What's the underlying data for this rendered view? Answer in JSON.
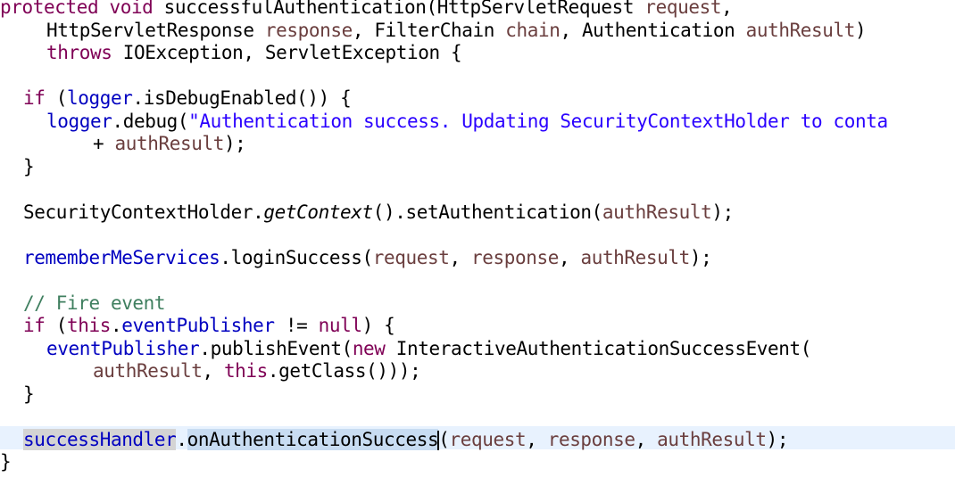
{
  "editor": {
    "lines": [
      {
        "name": "code-line-1",
        "indent": 0,
        "tokens": [
          {
            "t": "protected",
            "c": "kw"
          },
          {
            "t": " "
          },
          {
            "t": "void",
            "c": "kw"
          },
          {
            "t": " successfulAuthentication(HttpServletRequest "
          },
          {
            "t": "request",
            "c": "par"
          },
          {
            "t": ","
          }
        ]
      },
      {
        "name": "code-line-2",
        "indent": 4,
        "tokens": [
          {
            "t": "HttpServletResponse "
          },
          {
            "t": "response",
            "c": "par"
          },
          {
            "t": ", FilterChain "
          },
          {
            "t": "chain",
            "c": "par"
          },
          {
            "t": ", Authentication "
          },
          {
            "t": "authResult",
            "c": "par"
          },
          {
            "t": ")"
          }
        ]
      },
      {
        "name": "code-line-3",
        "indent": 4,
        "tokens": [
          {
            "t": "throws",
            "c": "kw"
          },
          {
            "t": " IOException, ServletException {"
          }
        ]
      },
      {
        "name": "code-line-4",
        "indent": 0,
        "tokens": []
      },
      {
        "name": "code-line-5",
        "indent": 2,
        "tokens": [
          {
            "t": "if",
            "c": "kw"
          },
          {
            "t": " ("
          },
          {
            "t": "logger",
            "c": "fld"
          },
          {
            "t": ".isDebugEnabled()) {"
          }
        ]
      },
      {
        "name": "code-line-6",
        "indent": 4,
        "tokens": [
          {
            "t": "logger",
            "c": "fld"
          },
          {
            "t": ".debug("
          },
          {
            "t": "\"Authentication success. Updating SecurityContextHolder to conta",
            "c": "str"
          }
        ]
      },
      {
        "name": "code-line-7",
        "indent": 8,
        "tokens": [
          {
            "t": "+ "
          },
          {
            "t": "authResult",
            "c": "par"
          },
          {
            "t": ");"
          }
        ]
      },
      {
        "name": "code-line-8",
        "indent": 2,
        "tokens": [
          {
            "t": "}"
          }
        ]
      },
      {
        "name": "code-line-9",
        "indent": 0,
        "tokens": []
      },
      {
        "name": "code-line-10",
        "indent": 2,
        "tokens": [
          {
            "t": "SecurityContextHolder."
          },
          {
            "t": "getContext",
            "c": "ital"
          },
          {
            "t": "().setAuthentication("
          },
          {
            "t": "authResult",
            "c": "par"
          },
          {
            "t": ");"
          }
        ]
      },
      {
        "name": "code-line-11",
        "indent": 0,
        "tokens": []
      },
      {
        "name": "code-line-12",
        "indent": 2,
        "tokens": [
          {
            "t": "rememberMeServices",
            "c": "fld"
          },
          {
            "t": ".loginSuccess("
          },
          {
            "t": "request",
            "c": "par"
          },
          {
            "t": ", "
          },
          {
            "t": "response",
            "c": "par"
          },
          {
            "t": ", "
          },
          {
            "t": "authResult",
            "c": "par"
          },
          {
            "t": ");"
          }
        ]
      },
      {
        "name": "code-line-13",
        "indent": 0,
        "tokens": []
      },
      {
        "name": "code-line-14",
        "indent": 2,
        "tokens": [
          {
            "t": "// Fire event",
            "c": "cmt"
          }
        ]
      },
      {
        "name": "code-line-15",
        "indent": 2,
        "tokens": [
          {
            "t": "if",
            "c": "kw"
          },
          {
            "t": " ("
          },
          {
            "t": "this",
            "c": "kw"
          },
          {
            "t": "."
          },
          {
            "t": "eventPublisher",
            "c": "fld"
          },
          {
            "t": " != "
          },
          {
            "t": "null",
            "c": "kw"
          },
          {
            "t": ") {"
          }
        ]
      },
      {
        "name": "code-line-16",
        "indent": 4,
        "tokens": [
          {
            "t": "eventPublisher",
            "c": "fld"
          },
          {
            "t": ".publishEvent("
          },
          {
            "t": "new",
            "c": "kw"
          },
          {
            "t": " InteractiveAuthenticationSuccessEvent("
          }
        ]
      },
      {
        "name": "code-line-17",
        "indent": 8,
        "tokens": [
          {
            "t": "authResult",
            "c": "par"
          },
          {
            "t": ", "
          },
          {
            "t": "this",
            "c": "kw"
          },
          {
            "t": ".getClass()));"
          }
        ]
      },
      {
        "name": "code-line-18",
        "indent": 2,
        "tokens": [
          {
            "t": "}"
          }
        ]
      },
      {
        "name": "code-line-19",
        "indent": 0,
        "tokens": []
      },
      {
        "name": "code-line-20",
        "indent": 2,
        "current": true,
        "tokens": [
          {
            "t": "successHandler",
            "c": "fld occ"
          },
          {
            "t": "."
          },
          {
            "t": "onAuthenticationSuccess",
            "c": "sel"
          },
          {
            "caret": true
          },
          {
            "t": "("
          },
          {
            "t": "request",
            "c": "par"
          },
          {
            "t": ", "
          },
          {
            "t": "response",
            "c": "par"
          },
          {
            "t": ", "
          },
          {
            "t": "authResult",
            "c": "par"
          },
          {
            "t": ");"
          }
        ]
      },
      {
        "name": "code-line-21",
        "indent": 0,
        "tokens": [
          {
            "t": "}"
          }
        ]
      }
    ]
  }
}
